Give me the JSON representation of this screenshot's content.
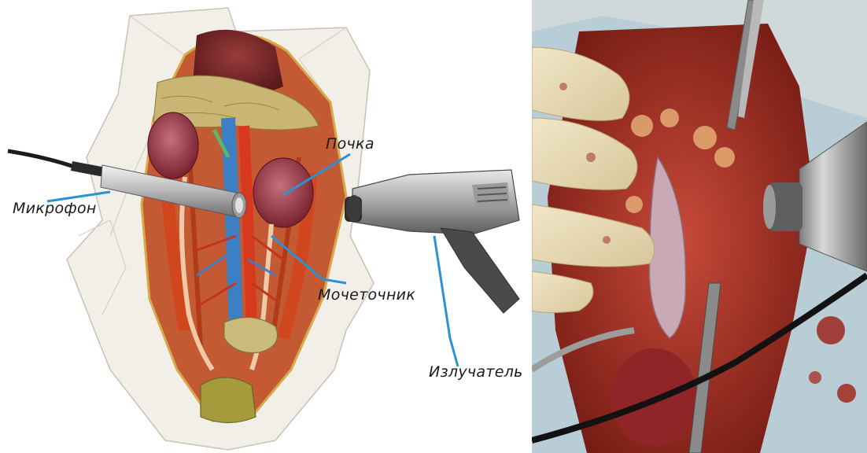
{
  "labels": {
    "kidney": "Почка",
    "microphone": "Микрофон",
    "ureter": "Мочеточник",
    "emitter": "Излучатель"
  },
  "colors": {
    "leader_line": "#2a93d5",
    "tissue_red": "#b8331f",
    "drape_white": "#f3f1ec",
    "surgical_blue": "#a9c7d3"
  }
}
